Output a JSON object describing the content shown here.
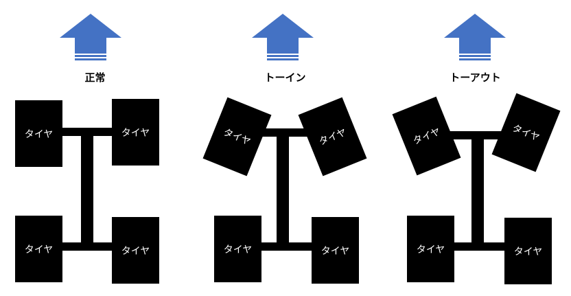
{
  "colors": {
    "arrow": "#4472C4",
    "tire": "#000000",
    "tire_text": "#ffffff"
  },
  "panels": [
    {
      "title": "正常",
      "tire_label": "タイヤ"
    },
    {
      "title": "トーイン",
      "tire_label": "タイヤ"
    },
    {
      "title": "トーアウト",
      "tire_label": "タイヤ"
    }
  ]
}
